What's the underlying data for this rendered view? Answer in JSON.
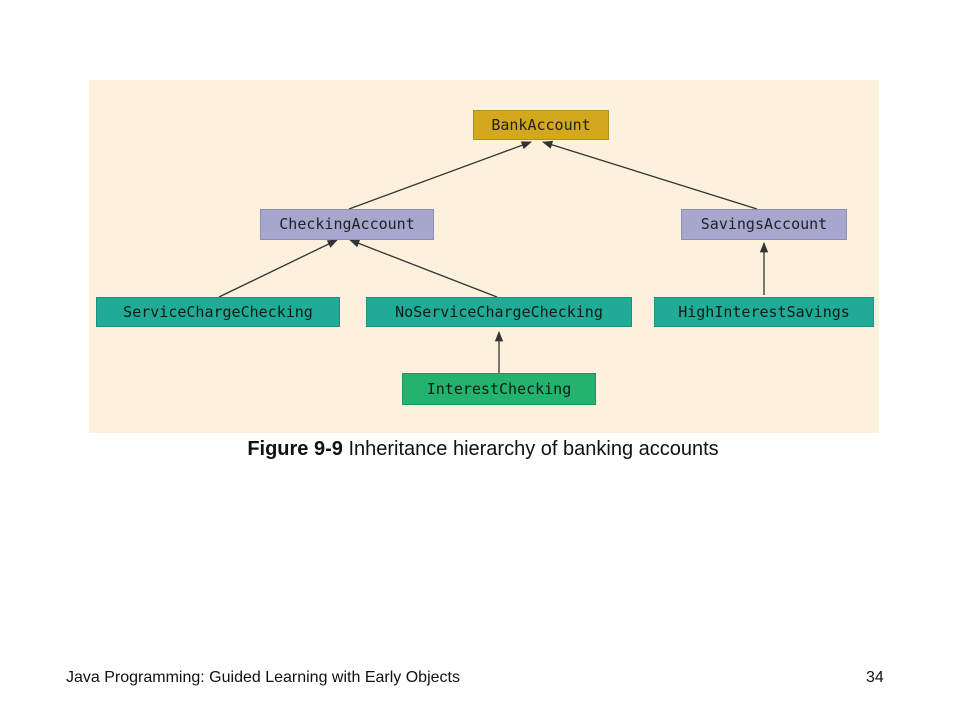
{
  "diagram": {
    "nodes": {
      "bank_account": "BankAccount",
      "checking_account": "CheckingAccount",
      "savings_account": "SavingsAccount",
      "service_charge_checking": "ServiceChargeChecking",
      "no_service_charge_checking": "NoServiceChargeChecking",
      "high_interest_savings": "HighInterestSavings",
      "interest_checking": "InterestChecking"
    },
    "edges": [
      {
        "from": "checking_account",
        "to": "bank_account"
      },
      {
        "from": "savings_account",
        "to": "bank_account"
      },
      {
        "from": "service_charge_checking",
        "to": "checking_account"
      },
      {
        "from": "no_service_charge_checking",
        "to": "checking_account"
      },
      {
        "from": "high_interest_savings",
        "to": "savings_account"
      },
      {
        "from": "interest_checking",
        "to": "no_service_charge_checking"
      }
    ],
    "colors": {
      "panel_background": "#fbf1dd",
      "root_node": "#d4a81c",
      "middle_nodes": "#a6a6ce",
      "leaf_nodes": "#1fab95",
      "interest_checking_node": "#23b36e",
      "arrow": "#333333"
    }
  },
  "caption": {
    "figure_number": "Figure 9-9",
    "text": " Inheritance hierarchy of banking accounts"
  },
  "footer": {
    "title": "Java Programming: Guided Learning with Early Objects",
    "page_number": "34"
  }
}
